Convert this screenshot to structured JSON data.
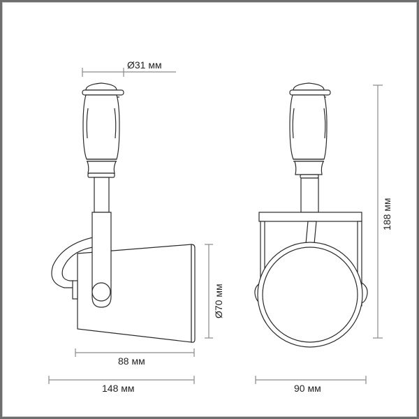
{
  "drawing": {
    "title": "Track spotlight dimension drawing",
    "unit": "мм",
    "colors": {
      "outline": "#2a2a2a",
      "dimension_line": "#8a8a8a",
      "frame": "#6e6e6e",
      "background": "#ffffff"
    },
    "views": [
      {
        "name": "side-view",
        "label": ""
      },
      {
        "name": "front-view",
        "label": ""
      }
    ],
    "dimensions": {
      "adapter_diameter": "Ø31 мм",
      "shade_diameter": "Ø70 мм",
      "shade_length": "88 мм",
      "total_depth": "148 мм",
      "total_width": "90 мм",
      "total_height": "188 мм"
    }
  }
}
